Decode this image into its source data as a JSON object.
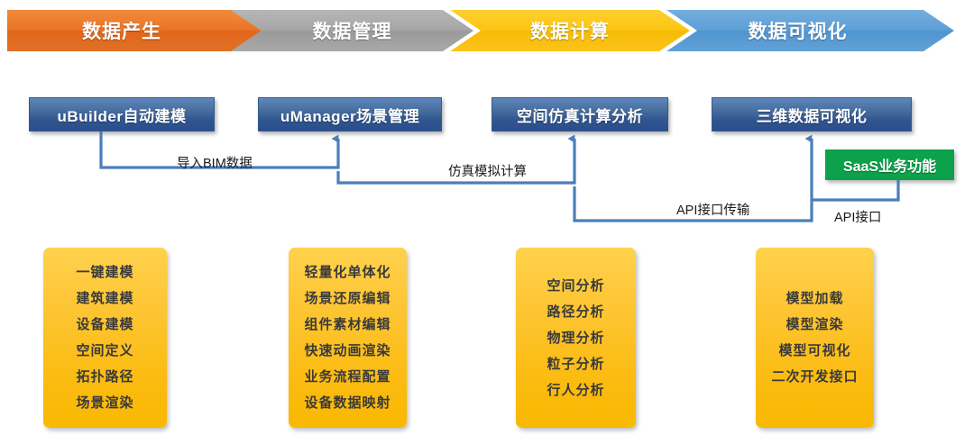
{
  "banner": {
    "steps": [
      {
        "label": "数据产生",
        "color": "#e2661a"
      },
      {
        "label": "数据管理",
        "color": "#a6a6a6"
      },
      {
        "label": "数据计算",
        "color": "#fcc513"
      },
      {
        "label": "数据可视化",
        "color": "#5d9fd6"
      }
    ]
  },
  "modules": [
    {
      "title": "uBuilder自动建模"
    },
    {
      "title": "uManager场景管理"
    },
    {
      "title": "空间仿真计算分析"
    },
    {
      "title": "三维数据可视化"
    }
  ],
  "saas": {
    "label": "SaaS业务功能",
    "color": "#0ca14a"
  },
  "connectors": {
    "color": "#4a7ebb",
    "labels": {
      "import_bim": "导入BIM数据",
      "simulation": "仿真模拟计算",
      "api_transfer": "API接口传输",
      "api": "API接口"
    }
  },
  "feature_cards": [
    {
      "name": "ubuilder-features",
      "items": [
        "一键建模",
        "建筑建模",
        "设备建模",
        "空间定义",
        "拓扑路径",
        "场景渲染"
      ]
    },
    {
      "name": "umanager-features",
      "items": [
        "轻量化单体化",
        "场景还原编辑",
        "组件素材编辑",
        "快速动画渲染",
        "业务流程配置",
        "设备数据映射"
      ]
    },
    {
      "name": "simulation-features",
      "items": [
        "空间分析",
        "路径分析",
        "物理分析",
        "粒子分析",
        "行人分析"
      ]
    },
    {
      "name": "visualization-features",
      "items": [
        "模型加载",
        "模型渲染",
        "模型可视化",
        "二次开发接口"
      ]
    }
  ]
}
